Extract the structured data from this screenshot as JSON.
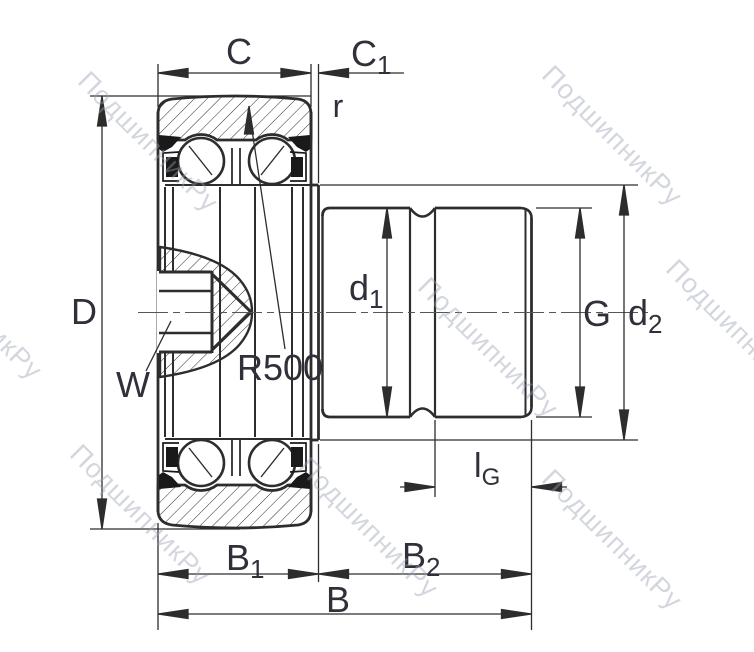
{
  "drawing": {
    "type": "technical-section-drawing",
    "subject": "stud-type track roller bearing, double row, sectional view with dimension callouts",
    "line_color": "#2d2d2d",
    "label_color": "#30303a",
    "labels": {
      "D": {
        "main": "D"
      },
      "C": {
        "main": "C"
      },
      "C1": {
        "main": "C",
        "sub": "1"
      },
      "r": {
        "main": "r"
      },
      "W": {
        "main": "W"
      },
      "R500": {
        "main": "R500"
      },
      "d1": {
        "main": "d",
        "sub": "1"
      },
      "G": {
        "main": "G"
      },
      "d2": {
        "main": "d",
        "sub": "2"
      },
      "lG": {
        "main": "l",
        "sub": "G"
      },
      "B1": {
        "main": "B",
        "sub": "1"
      },
      "B2": {
        "main": "B",
        "sub": "2"
      },
      "B": {
        "main": "B"
      }
    },
    "watermark": {
      "text": "ПодшипникРу",
      "color": "#9aa0b4"
    }
  }
}
